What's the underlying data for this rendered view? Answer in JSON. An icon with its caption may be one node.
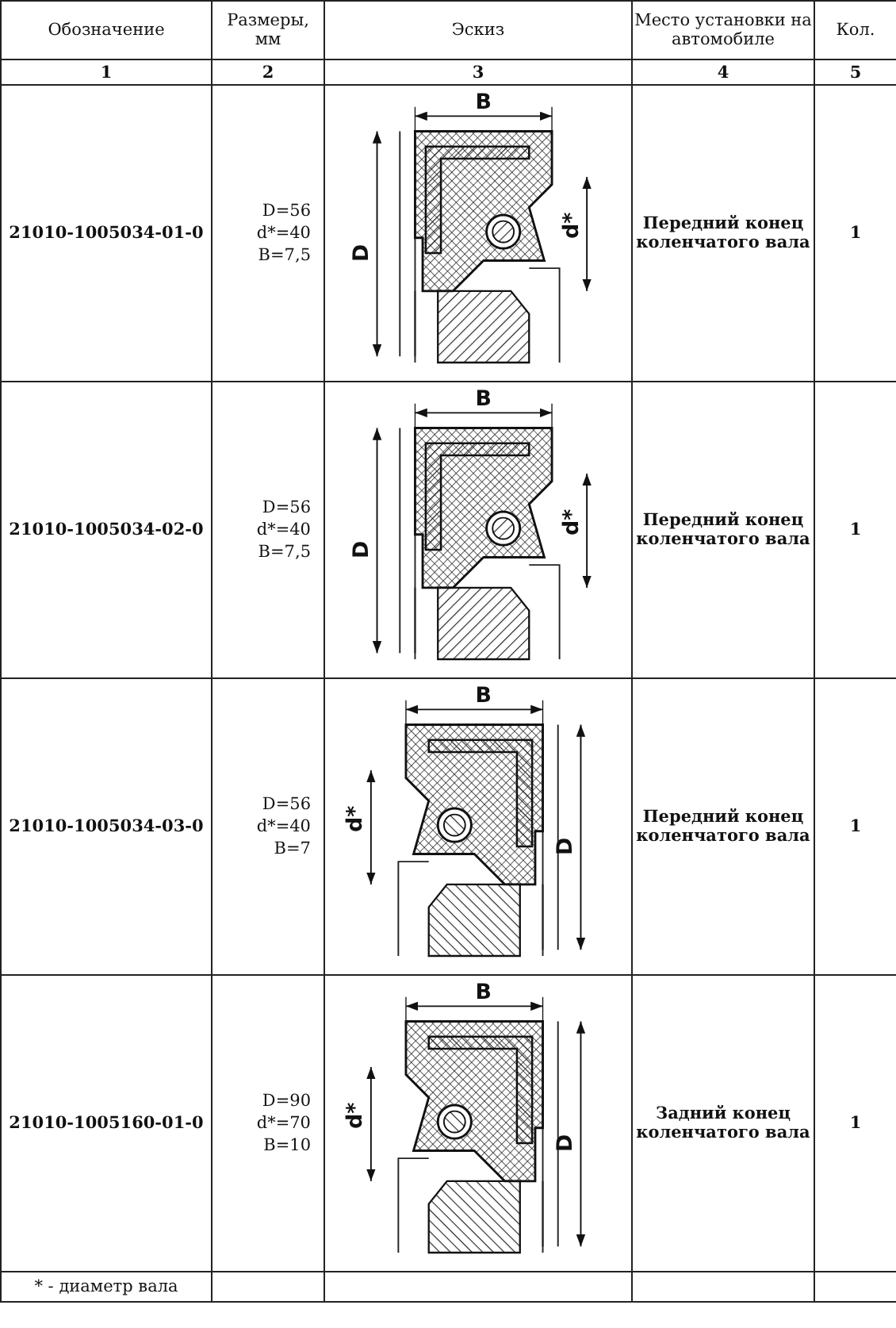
{
  "diagram": {
    "labels": [
      "Обозначение",
      "Размеры, мм",
      "Эскиз",
      "Место установки на автомобиле",
      "Кол.",
      "1",
      "2",
      "3",
      "4",
      "5",
      "21010-1005034-01-0",
      "D=56",
      "d*=40",
      "B=7,5",
      "B",
      "D",
      "d*",
      "Передний конец коленчатого вала",
      "1",
      "21010-1005034-02-0",
      "D=56",
      "d*=40",
      "B=7,5",
      "B",
      "D",
      "d*",
      "Передний конец коленчатого вала",
      "1",
      "21010-1005034-03-0",
      "D=56",
      "d*=40",
      "B=7",
      "B",
      "d*",
      "D",
      "Передний конец коленчатого вала",
      "1",
      "21010-1005160-01-0",
      "D=90",
      "d*=70",
      "B=10",
      "B",
      "d*",
      "D",
      "Задний конец коленчатого вала",
      "1",
      "* - диаметр вала"
    ]
  }
}
